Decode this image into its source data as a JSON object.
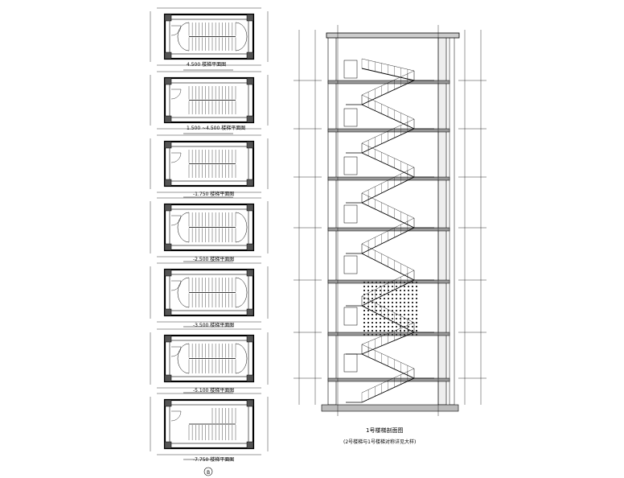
{
  "plans": [
    {
      "caption": "4.500 楼梯平面图"
    },
    {
      "caption": "1.500 ~4.500 楼梯平面图"
    },
    {
      "caption": "-1.750 楼梯平面图"
    },
    {
      "caption": "-2.500 楼梯平面图"
    },
    {
      "caption": "-3.500 楼梯平面图"
    },
    {
      "caption": "-5.100 楼梯平面图"
    },
    {
      "caption": "-7.750 楼梯平面图"
    }
  ],
  "section": {
    "title": "1号楼梯剖面图",
    "subtitle": "(2号楼梯与1号楼梯对称详见大样)"
  },
  "axis_bubble": "B",
  "colors": {
    "line": "#000000",
    "paper": "#ffffff",
    "hatch": "#333333"
  }
}
